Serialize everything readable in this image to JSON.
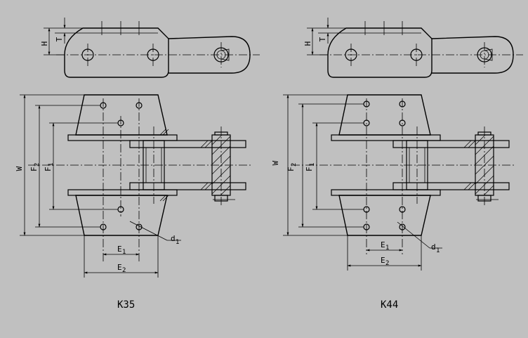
{
  "colors": {
    "background": "#c0c0c0",
    "ink": "#000000"
  },
  "drawings": [
    {
      "title": "K35",
      "labels": {
        "H": "H",
        "T": "T",
        "W": "W",
        "F2": "F",
        "F2_sub": "2",
        "F1": "F",
        "F1_sub": "1",
        "E1": "E",
        "E1_sub": "1",
        "E2": "E",
        "E2_sub": "2",
        "d1": "d",
        "d1_sub": "1"
      }
    },
    {
      "title": "K44",
      "labels": {
        "H": "H",
        "T": "T",
        "W": "W",
        "F2": "F",
        "F2_sub": "2",
        "F1": "F",
        "F1_sub": "1",
        "E1": "E",
        "E1_sub": "1",
        "E2": "E",
        "E2_sub": "2",
        "d1": "d",
        "d1_sub": "1"
      }
    }
  ]
}
